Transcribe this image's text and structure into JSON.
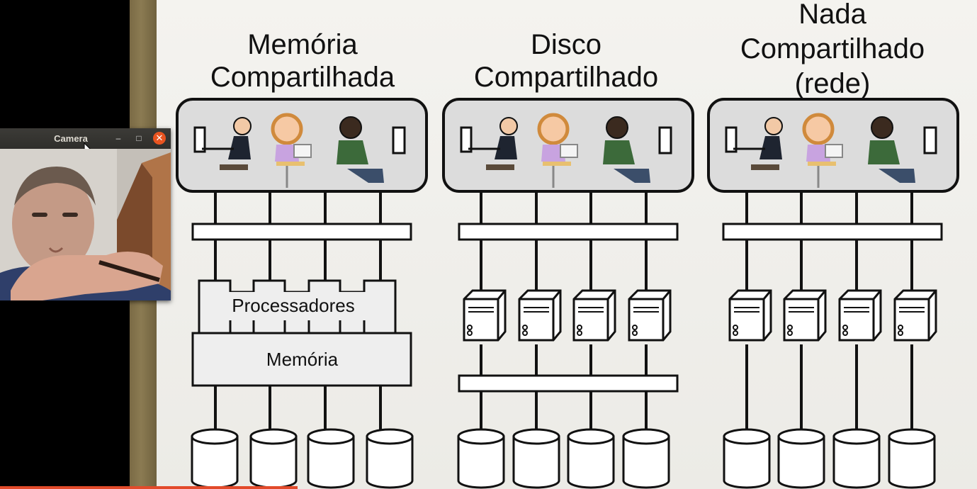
{
  "slide": {
    "titles": [
      {
        "lines": [
          "Memória",
          "Compartilhada"
        ]
      },
      {
        "lines": [
          "Disco",
          "Compartilhado"
        ]
      },
      {
        "lines": [
          "Nada",
          "Compartilhado",
          "(rede)"
        ]
      }
    ],
    "processors_label": "Processadores",
    "memory_label": "Memória"
  },
  "camera_window": {
    "title": "Camera",
    "minimize_glyph": "–",
    "maximize_glyph": "□",
    "close_glyph": "✕"
  },
  "colors": {
    "accent_close": "#e95420",
    "progress": "#e24a2a"
  }
}
